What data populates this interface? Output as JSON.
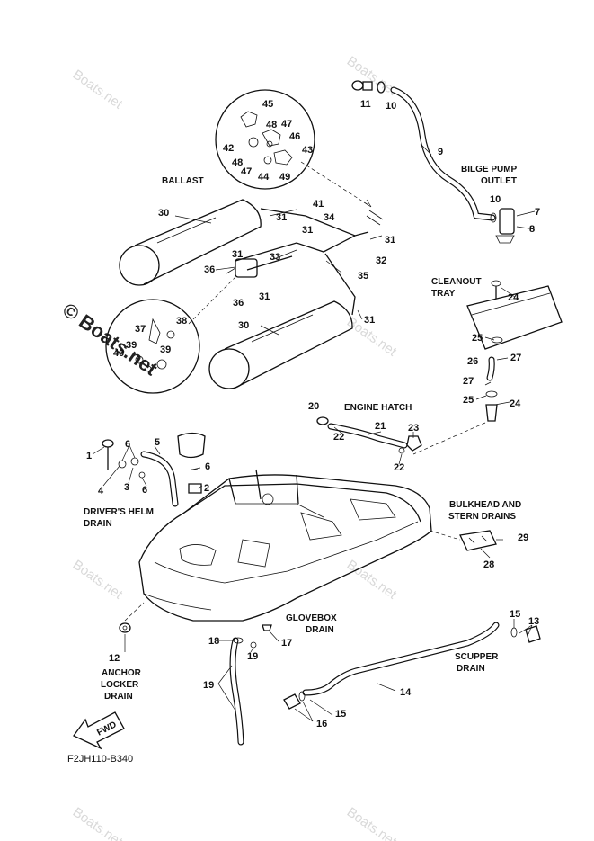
{
  "watermarks": {
    "site": "Boats.net",
    "copyright_large": "© Boats.net"
  },
  "section_labels": {
    "ballast": "BALLAST",
    "bilge_pump_outlet_1": "BILGE PUMP",
    "bilge_pump_outlet_2": "OUTLET",
    "cleanout_tray_1": "CLEANOUT",
    "cleanout_tray_2": "TRAY",
    "engine_hatch": "ENGINE HATCH",
    "bulkhead_1": "BULKHEAD AND",
    "bulkhead_2": "STERN DRAINS",
    "drivers_helm_1": "DRIVER'S HELM",
    "drivers_helm_2": "DRAIN",
    "glovebox_1": "GLOVEBOX",
    "glovebox_2": "DRAIN",
    "scupper_1": "SCUPPER",
    "scupper_2": "DRAIN",
    "anchor_1": "ANCHOR",
    "anchor_2": "LOCKER",
    "anchor_3": "DRAIN",
    "fwd": "FWD"
  },
  "diagram_reference": "F2JH110-B340",
  "part_labels": {
    "p45": "45",
    "p48a": "48",
    "p47a": "47",
    "p42": "42",
    "p46": "46",
    "p43": "43",
    "p48b": "48",
    "p47b": "47",
    "p44": "44",
    "p49": "49",
    "p11": "11",
    "p10a": "10",
    "p9": "9",
    "p10b": "10",
    "p7": "7",
    "p8": "8",
    "p30a": "30",
    "p41": "41",
    "p31a": "31",
    "p34": "34",
    "p31b": "31",
    "p31c": "31",
    "p33": "33",
    "p31d": "31",
    "p32": "32",
    "p36a": "36",
    "p35": "35",
    "p31e": "31",
    "p36b": "36",
    "p31f": "31",
    "p30b": "30",
    "p37": "37",
    "p38": "38",
    "p39a": "39",
    "p39b": "39",
    "p40": "40",
    "p24a": "24",
    "p25a": "25",
    "p27a": "27",
    "p26": "26",
    "p27b": "27",
    "p25b": "25",
    "p24b": "24",
    "p20": "20",
    "p21": "21",
    "p23": "23",
    "p22a": "22",
    "p22b": "22",
    "p1": "1",
    "p6a": "6",
    "p5": "5",
    "p6b": "6",
    "p4": "4",
    "p3": "3",
    "p6c": "6",
    "p2": "2",
    "p29": "29",
    "p28": "28",
    "p12": "12",
    "p18": "18",
    "p19a": "19",
    "p17": "17",
    "p19b": "19",
    "p15a": "15",
    "p13": "13",
    "p14": "14",
    "p15b": "15",
    "p16": "16"
  }
}
